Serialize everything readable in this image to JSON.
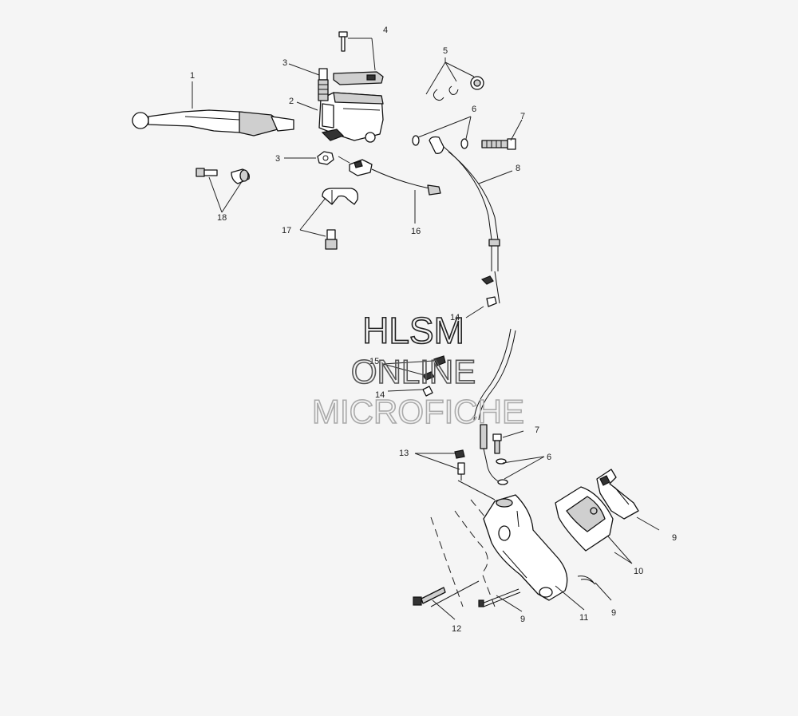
{
  "callouts": {
    "c1": "1",
    "c2": "2",
    "c3a": "3",
    "c3b": "3",
    "c4": "4",
    "c5": "5",
    "c6a": "6",
    "c6b": "6",
    "c7a": "7",
    "c7b": "7",
    "c8": "8",
    "c9a": "9",
    "c9b": "9",
    "c9c": "9",
    "c10": "10",
    "c11": "11",
    "c12": "12",
    "c13": "13",
    "c14a": "14",
    "c14b": "14",
    "c15": "15",
    "c16": "16",
    "c17": "17",
    "c18": "18"
  },
  "watermark": {
    "line1": "HLSM",
    "line2": "ONLINE",
    "line3": "MICROFICHE",
    "color1": "#222222",
    "color2": "#555555",
    "color3": "#aaaaaa"
  }
}
